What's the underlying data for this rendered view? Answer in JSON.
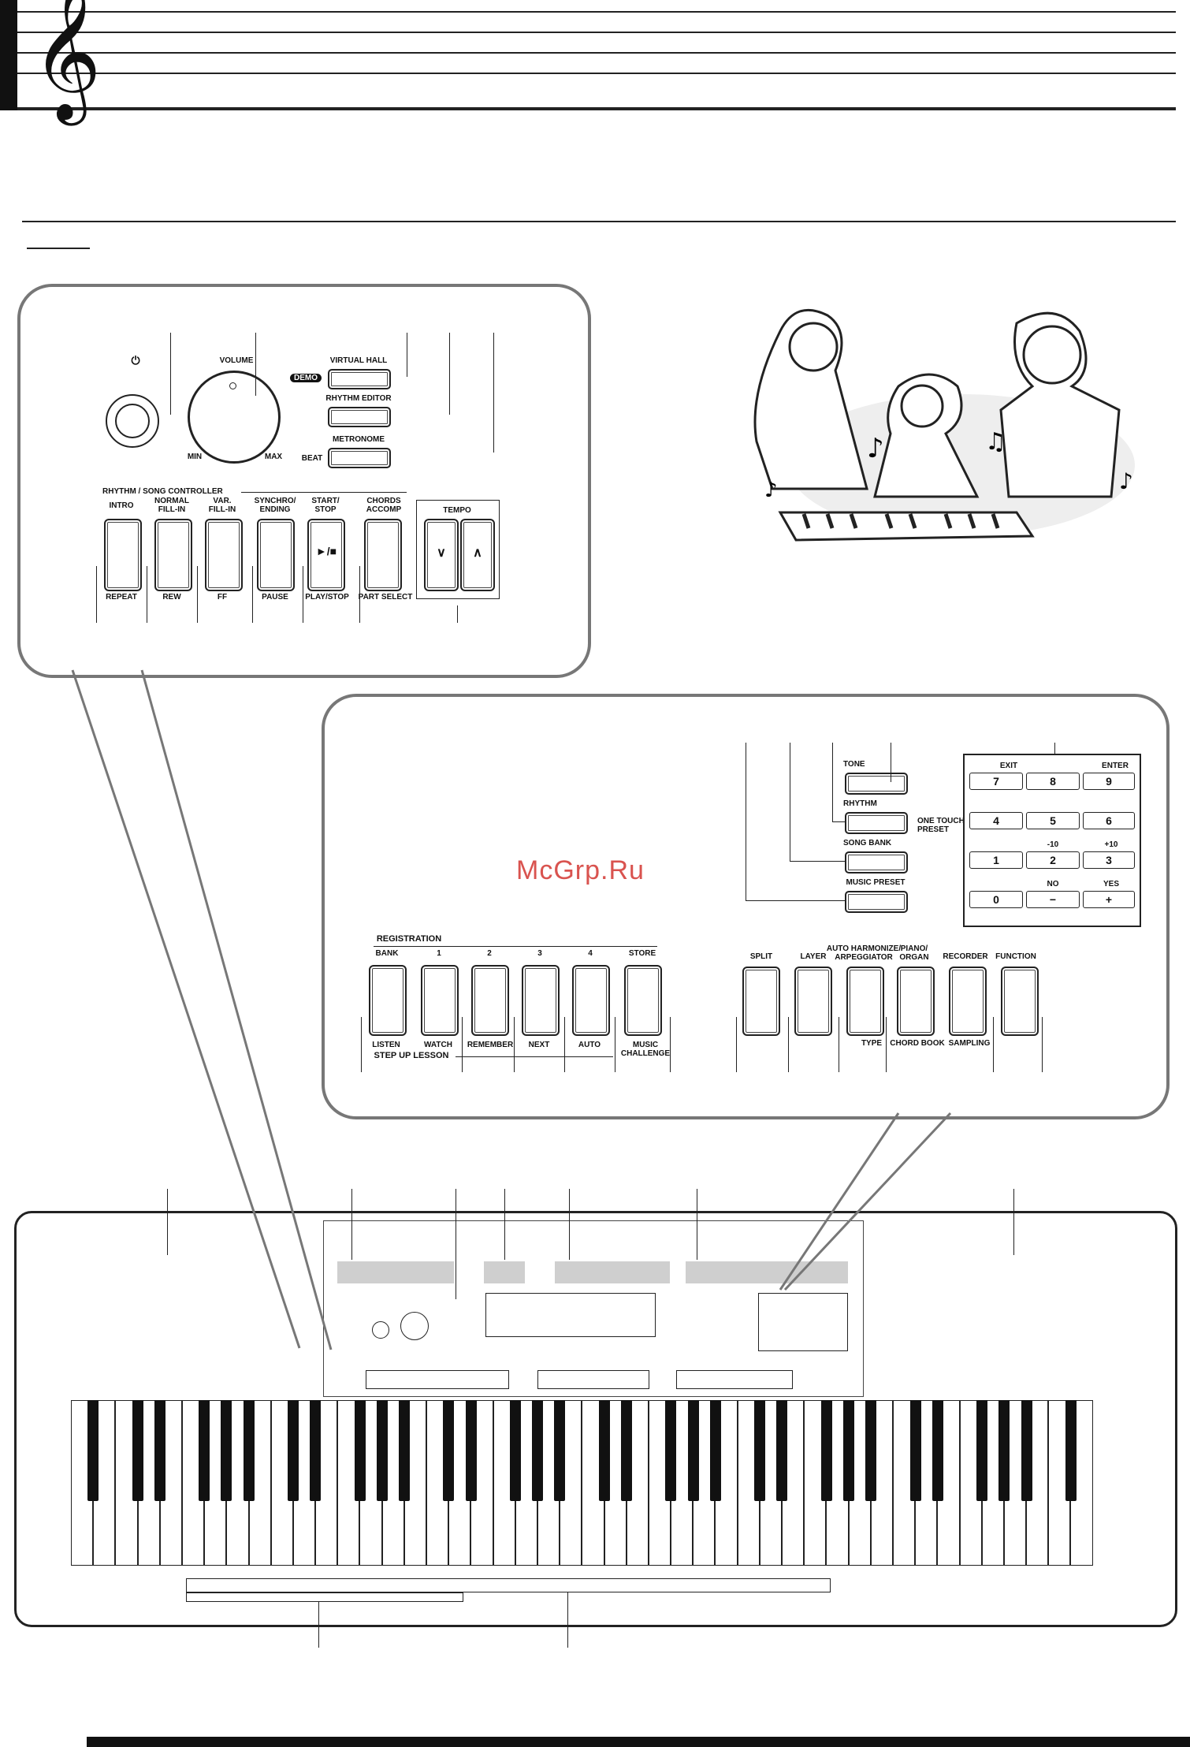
{
  "header": {
    "clef_icon": "treble-clef-icon"
  },
  "watermark": "McGrp.Ru",
  "top_panel": {
    "power_icon": "power-icon",
    "volume": {
      "label": "VOLUME",
      "min": "MIN",
      "max": "MAX"
    },
    "demo_label": "DEMO",
    "buttons_right": [
      {
        "label": "VIRTUAL HALL"
      },
      {
        "label": "RHYTHM EDITOR"
      },
      {
        "label": "METRONOME",
        "sub": "BEAT"
      }
    ],
    "controller_title": "RHYTHM / SONG CONTROLLER",
    "controller_buttons": [
      {
        "top": "INTRO",
        "bottom": "REPEAT"
      },
      {
        "top": "NORMAL\nFILL-IN",
        "bottom": "REW"
      },
      {
        "top": "VAR.\nFILL-IN",
        "bottom": "FF"
      },
      {
        "top": "SYNCHRO/\nENDING",
        "bottom": "PAUSE"
      },
      {
        "top": "START/\nSTOP",
        "bottom": "PLAY/STOP",
        "face": "►/■"
      },
      {
        "top": "CHORDS\nACCOMP",
        "bottom": "PART SELECT"
      }
    ],
    "tempo": {
      "label": "TEMPO",
      "down": "∨",
      "up": "∧"
    }
  },
  "mid_panel": {
    "mode_buttons": [
      {
        "label": "TONE"
      },
      {
        "label": "RHYTHM",
        "side": "ONE TOUCH\nPRESET"
      },
      {
        "label": "SONG BANK"
      },
      {
        "label": "MUSIC PRESET"
      }
    ],
    "keypad": {
      "rows": [
        {
          "hints": [
            "EXIT",
            "",
            "ENTER"
          ],
          "keys": [
            "7",
            "8",
            "9"
          ]
        },
        {
          "hints": [
            "",
            "",
            ""
          ],
          "keys": [
            "4",
            "5",
            "6"
          ]
        },
        {
          "hints": [
            "",
            "-10",
            "+10"
          ],
          "keys": [
            "1",
            "2",
            "3"
          ]
        },
        {
          "hints": [
            "",
            "NO",
            "YES"
          ],
          "keys": [
            "0",
            "−",
            "+"
          ]
        }
      ]
    },
    "registration": {
      "title": "REGISTRATION",
      "tops": [
        "BANK",
        "1",
        "2",
        "3",
        "4",
        "STORE"
      ],
      "bottoms": [
        "LISTEN",
        "WATCH",
        "REMEMBER",
        "NEXT",
        "AUTO",
        "MUSIC\nCHALLENGE"
      ],
      "lesson_label": "STEP UP LESSON"
    },
    "function_buttons": [
      {
        "top": "SPLIT",
        "bottom": ""
      },
      {
        "top": "LAYER",
        "bottom": ""
      },
      {
        "top": "AUTO HARMONIZE/\nARPEGGIATOR",
        "bottom": "TYPE"
      },
      {
        "top": "PIANO/\nORGAN",
        "bottom": "CHORD BOOK"
      },
      {
        "top": "RECORDER",
        "bottom": "SAMPLING"
      },
      {
        "top": "FUNCTION",
        "bottom": ""
      }
    ]
  }
}
